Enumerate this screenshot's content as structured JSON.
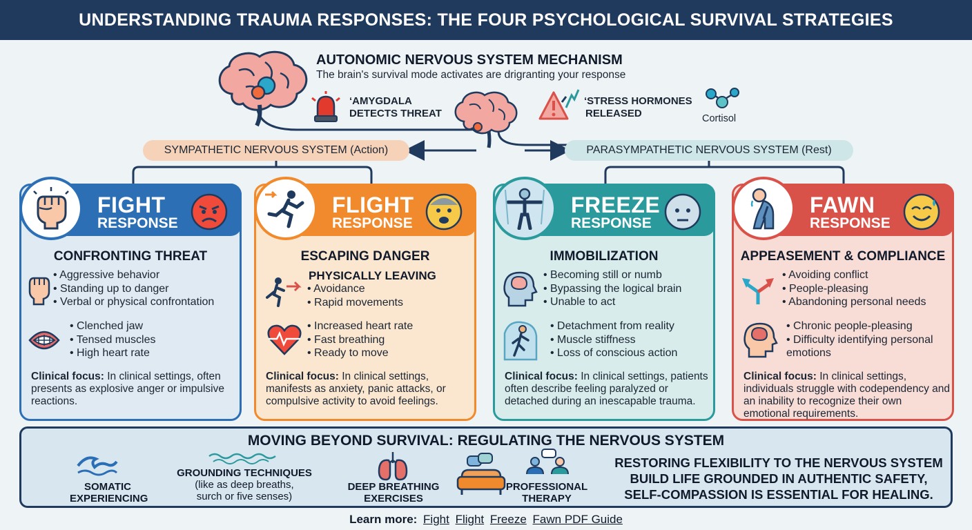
{
  "title": "UNDERSTANDING TRAUMA RESPONSES:  THE FOUR PSYCHOLOGICAL SURVIVAL STRATEGIES",
  "mechanism": {
    "title": "AUTONOMIC NERVOUS SYSTEM MECHANISM",
    "subtitle": "The brain's survival mode activates are drigranting your response",
    "amygdala_line1": "‘AMYGDALA",
    "amygdala_line2": "DETECTS THREAT",
    "stress_line1": "‘STRESS HORMONES",
    "stress_line2": "RELEASED",
    "cortisol": "Cortisol"
  },
  "nervous_systems": {
    "sympathetic": "SYMPATHETIC NERVOUS SYSTEM (Action)",
    "parasympathetic": "PARASYMPATHETIC NERVOUS SYSTEM (Rest)"
  },
  "cards": {
    "fight": {
      "title": "FIGHT",
      "subtitle": "RESPONSE",
      "heading": "CONFRONTING THREAT",
      "bullets1": [
        "Aggressive behavior",
        "Standing up to danger",
        "Verbal or physical confrontation"
      ],
      "bullets2": [
        "Clenched jaw",
        "Tensed muscles",
        "High heart rate"
      ],
      "clinical_label": "Clinical focus:",
      "clinical_text": " In clinical settings, often presents as explosive anger or impulsive reactions."
    },
    "flight": {
      "title": "FLIGHT",
      "subtitle": "RESPONSE",
      "heading": "ESCAPING DANGER",
      "subheading": "PHYSICALLY LEAVING",
      "bullets1": [
        "Avoidance",
        "Rapid movements"
      ],
      "bullets2": [
        "Increased heart rate",
        "Fast breathing",
        "Ready to move"
      ],
      "clinical_label": "Clinical focus:",
      "clinical_text": " In clinical settings, manifests as anxiety, panic attacks, or compulsive activity to avoid feelings."
    },
    "freeze": {
      "title": "FREEZE",
      "subtitle": "RESPONSE",
      "heading": "IMMOBILIZATION",
      "bullets1": [
        "Becoming still or numb",
        "Bypassing the logical brain",
        "Unable to act"
      ],
      "bullets2": [
        "Detachment from reality",
        "Muscle stiffness",
        "Loss of conscious action"
      ],
      "clinical_label": "Clinical focus:",
      "clinical_text": " In clinical settings, patients often describe feeling paralyzed or detached during an inescapable trauma."
    },
    "fawn": {
      "title": "FAWN",
      "subtitle": "RESPONSE",
      "heading": "APPEASEMENT & COMPLIANCE",
      "bullets1": [
        "Avoiding conflict",
        "People-pleasing",
        "Abandoning personal needs"
      ],
      "bullets2": [
        "Chronic people-pleasing",
        "Difficulty identifying personal emotions"
      ],
      "clinical_label": "Clinical focus:",
      "clinical_text": " In clinical settings, individuals struggle with codependency and an inability to recognize their own emotional requirements."
    }
  },
  "bottom": {
    "title": "MOVING BEYOND SURVIVAL: REGULATING THE NERVOUS SYSTEM",
    "somatic_line1": "SOMATIC",
    "somatic_line2": "EXPERIENCING",
    "grounding_title": "GROUNDING TECHNIQUES",
    "grounding_note1": "(like as deep breaths,",
    "grounding_note2": "surch or five senses)",
    "breathing_line1": "DEEP BREATHING",
    "breathing_line2": "EXERCISES",
    "therapy_line1": "PROFESSIONAL",
    "therapy_line2": "THERAPY",
    "restore_line1": "RESTORING FLEXIBILITY TO THE NERVOUS SYSTEM",
    "restore_line2": "BUILD LIFE GROUNDED IN AUTHENTIC SAFETY,",
    "restore_line3": "SELF-COMPASSION IS ESSENTIAL FOR HEALING."
  },
  "footer": {
    "label": "Learn more:",
    "link1": "Fight",
    "link2": "Flight",
    "link3": "Freeze",
    "link4": "Fawn PDF Guide"
  },
  "colors": {
    "header": "#1f3a5c",
    "fight": "#2c6fb5",
    "flight": "#f08a2c",
    "freeze": "#2a9a9c",
    "fawn": "#d9524a"
  }
}
